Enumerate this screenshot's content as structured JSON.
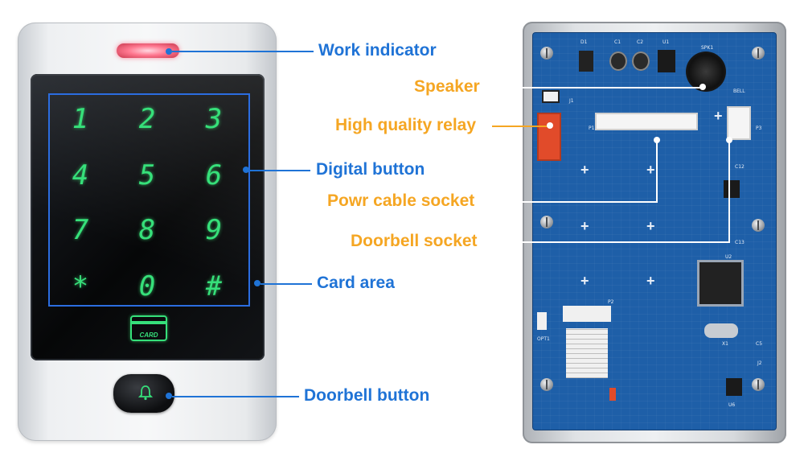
{
  "keypad": {
    "keys": [
      "1",
      "2",
      "3",
      "4",
      "5",
      "6",
      "7",
      "8",
      "9",
      "*",
      "0",
      "#"
    ],
    "card_icon_text": "CARD"
  },
  "labels": {
    "work_indicator": "Work indicator",
    "digital_button": "Digital button",
    "card_area": "Card area",
    "doorbell_button": "Doorbell button",
    "speaker": "Speaker",
    "high_quality_relay": "High quality relay",
    "power_cable_socket": "Powr cable socket",
    "doorbell_socket": "Doorbell socket"
  },
  "colors": {
    "left_label": "#1f73d6",
    "right_label": "#f5a623",
    "key_glow": "#36e07a",
    "pcb": "#1e5fa8"
  },
  "pcb_silkscreen": {
    "D1": "D1",
    "C1": "C1",
    "C2": "C2",
    "U1": "U1",
    "SPK1": "SPK1",
    "J1": "J1",
    "P1": "P1",
    "P2": "P2",
    "P3": "P3",
    "BELL": "BELL",
    "C12": "C12",
    "C13": "C13",
    "OPT1": "OPT1",
    "X1": "X1",
    "C5": "C5",
    "J2": "J2",
    "U6": "U6",
    "U2": "U2"
  },
  "icons": [
    "bell-icon",
    "card-icon",
    "speaker-icon",
    "relay-icon"
  ]
}
